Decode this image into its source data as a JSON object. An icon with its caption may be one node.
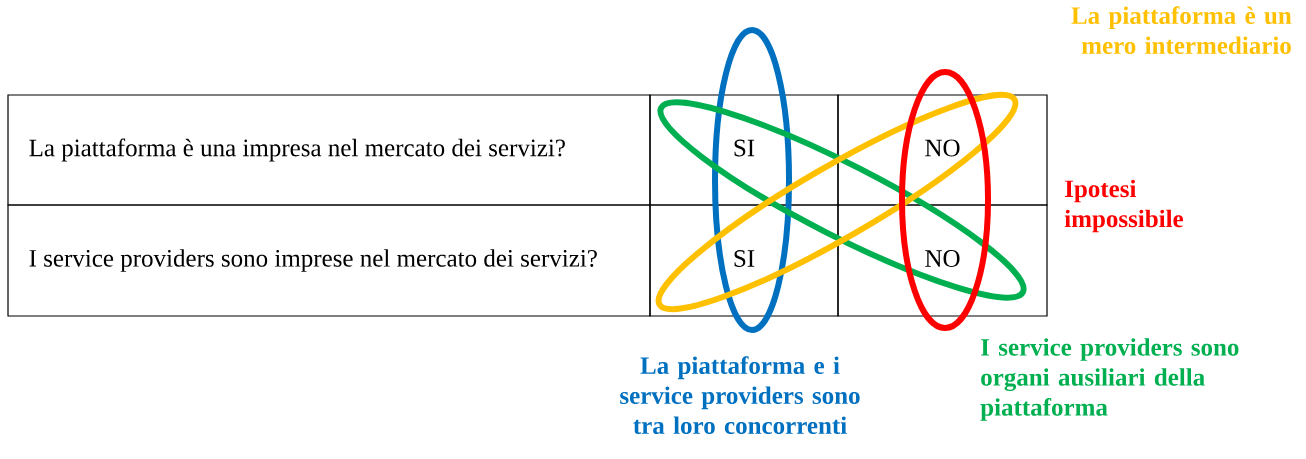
{
  "diagram": {
    "nodes": [
      {
        "text": [],
        "shape": "ellipse"
      },
      {
        "text": [],
        "shape": "ellipse"
      },
      {
        "text": [],
        "shape": "ellipse"
      },
      {
        "text": [],
        "shape": "ellipse"
      }
    ],
    "labels": [
      "La piattaforma è un mero intermediario",
      "La piattaforma è una impresa nel mercato dei servizi?",
      "SI",
      "NO",
      "Ipotesi impossibile",
      "I service providers sono imprese nel mercato dei servizi?",
      "SI",
      "NO",
      "La piattaforma e i service providers sono tra loro concorrenti",
      "I service providers sono organi ausiliari della piattaforma"
    ]
  }
}
